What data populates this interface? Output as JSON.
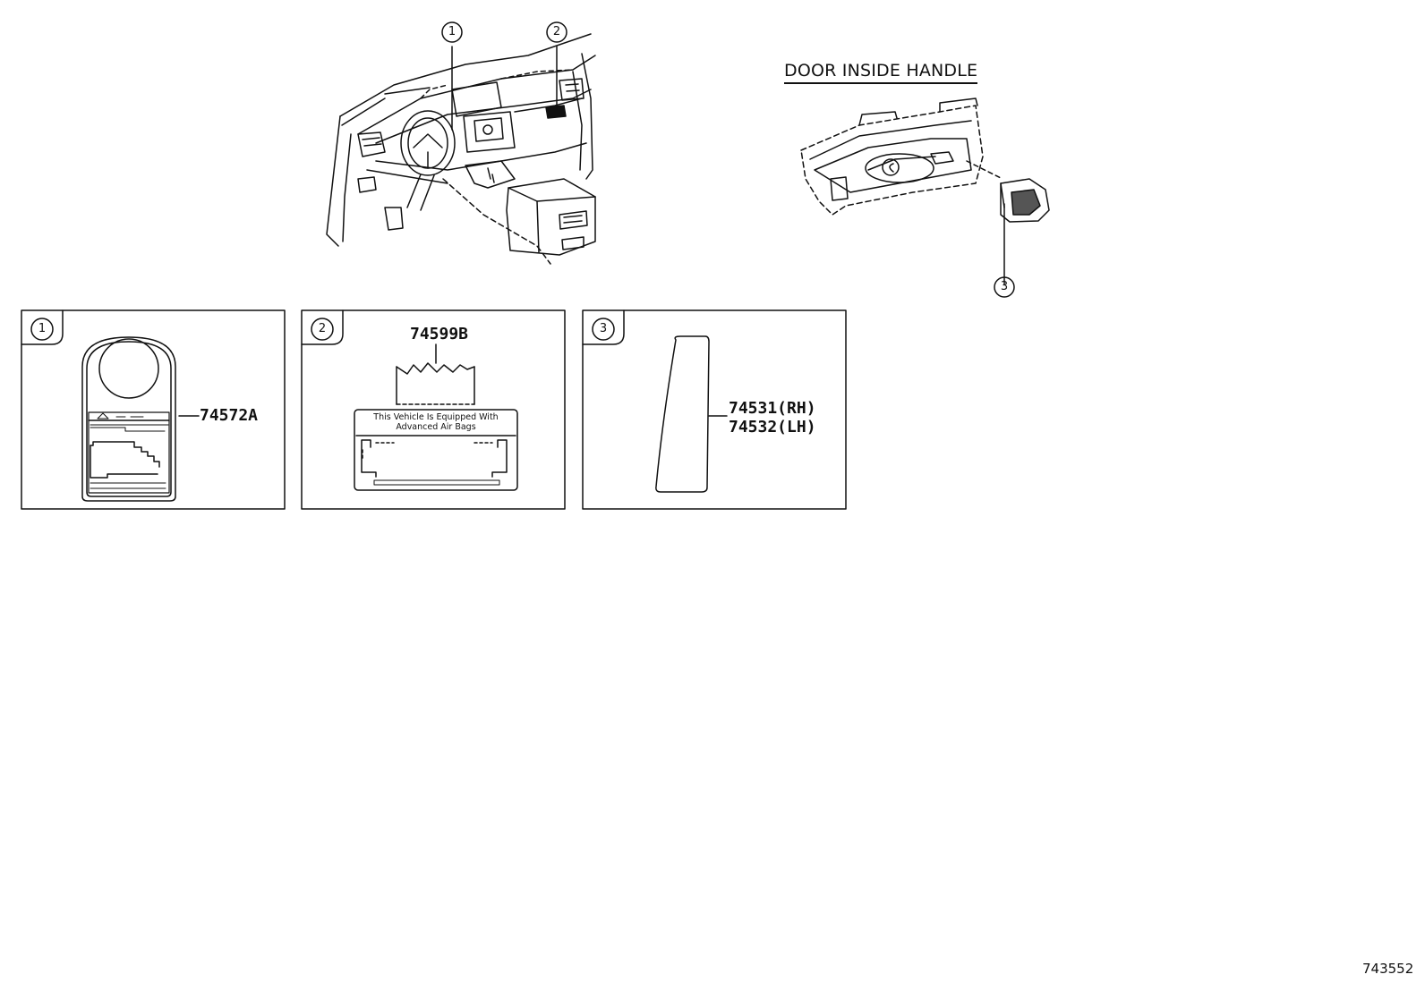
{
  "callouts": {
    "c1": "1",
    "c2": "2",
    "c3": "3"
  },
  "door_section": {
    "title": "DOOR INSIDE HANDLE"
  },
  "panels": [
    {
      "index": "1",
      "part_number": "74572A"
    },
    {
      "index": "2",
      "part_number": "74599B",
      "label_line1": "This Vehicle Is Equipped With",
      "label_line2": "Advanced Air Bags"
    },
    {
      "index": "3",
      "part_number_rh": "74531(RH)",
      "part_number_lh": "74532(LH)"
    }
  ],
  "figure_id": "743552"
}
